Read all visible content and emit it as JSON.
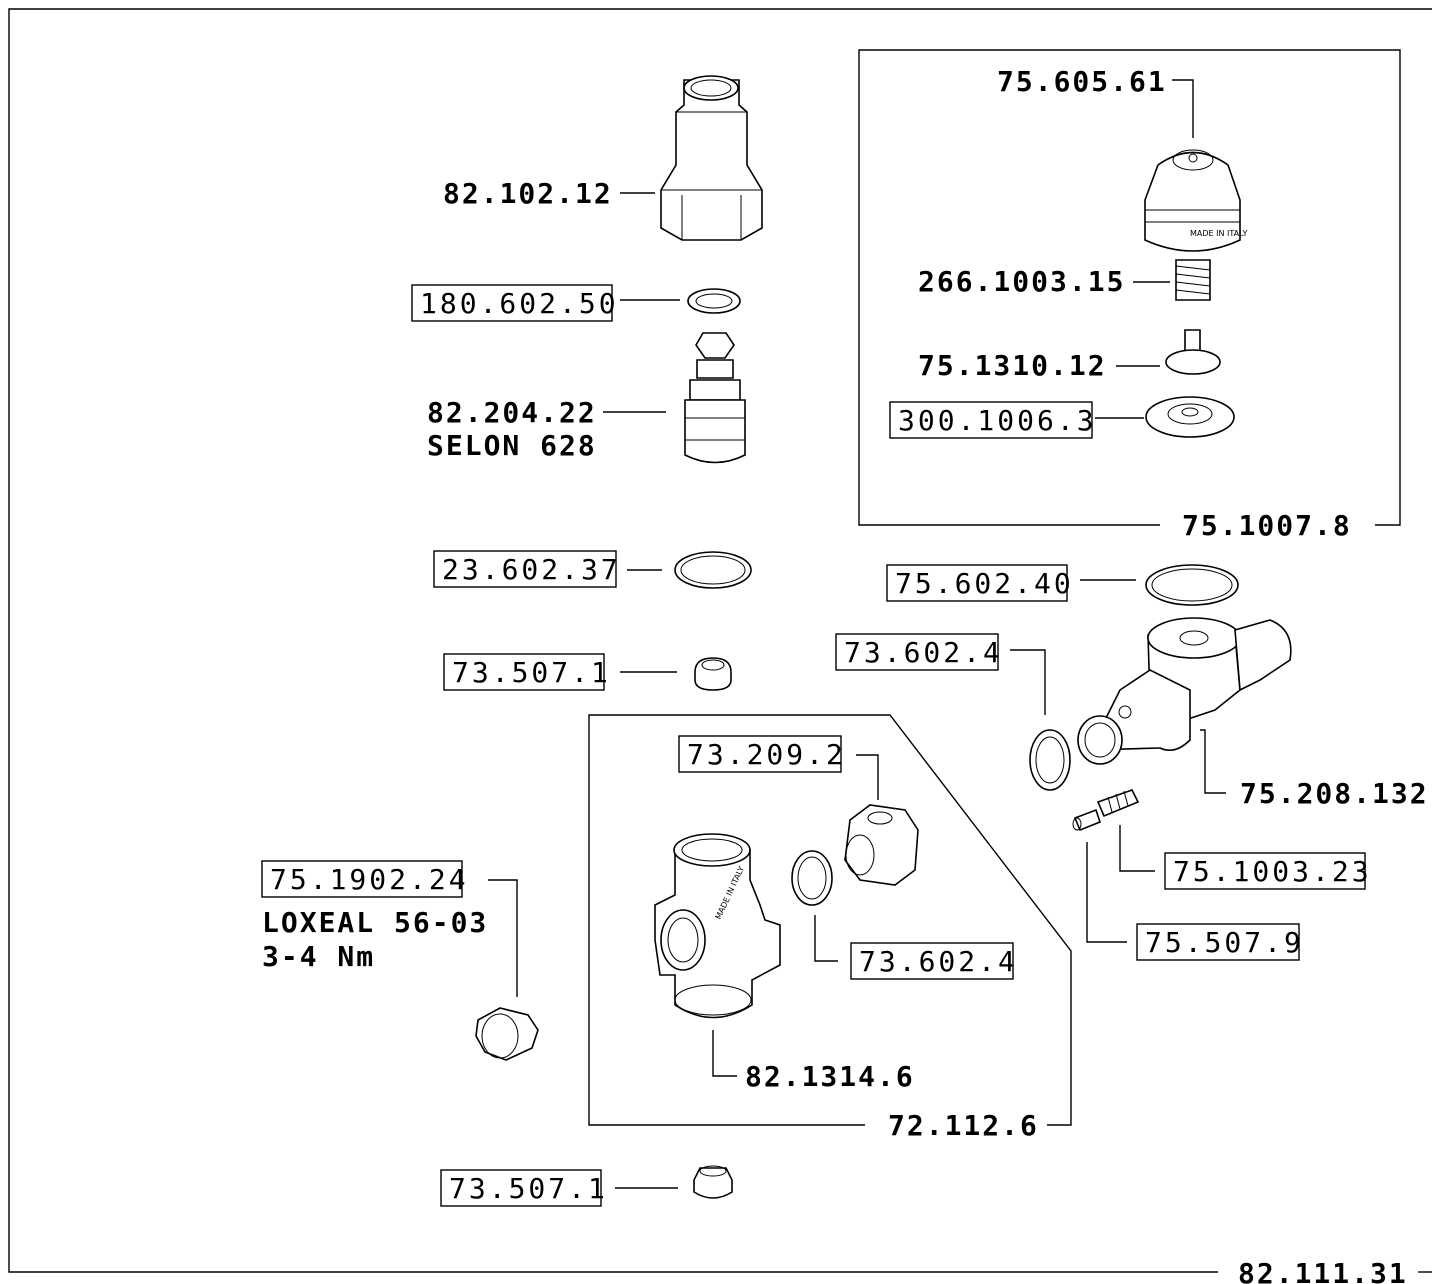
{
  "parts": {
    "p_82_102_12": "82.102.12",
    "p_180_602_50": "180.602.50",
    "p_82_204_22": "82.204.22",
    "p_selon": "SELON 628",
    "p_23_602_37": "23.602.37",
    "p_73_507_1_top": "73.507.1",
    "p_75_605_61": "75.605.61",
    "p_266_1003_15": "266.1003.15",
    "p_75_1310_12": "75.1310.12",
    "p_300_1006_3": "300.1006.3",
    "p_75_1007_8": "75.1007.8",
    "p_75_602_40": "75.602.40",
    "p_73_602_4_a": "73.602.4",
    "p_75_208_132": "75.208.132",
    "p_75_1003_23": "75.1003.23",
    "p_75_507_9": "75.507.9",
    "p_73_209_2": "73.209.2",
    "p_73_602_4_b": "73.602.4",
    "p_82_1314_6": "82.1314.6",
    "p_72_112_6": "72.112.6",
    "p_75_1902_24": "75.1902.24",
    "p_loxeal": "LOXEAL 56-03",
    "p_torque": "3-4 Nm",
    "p_73_507_1_bottom": "73.507.1",
    "p_82_111_31": "82.111.31"
  },
  "body_text": {
    "made_in": "MADE IN ITALY",
    "body_mark": "MADE IN ITALY"
  }
}
